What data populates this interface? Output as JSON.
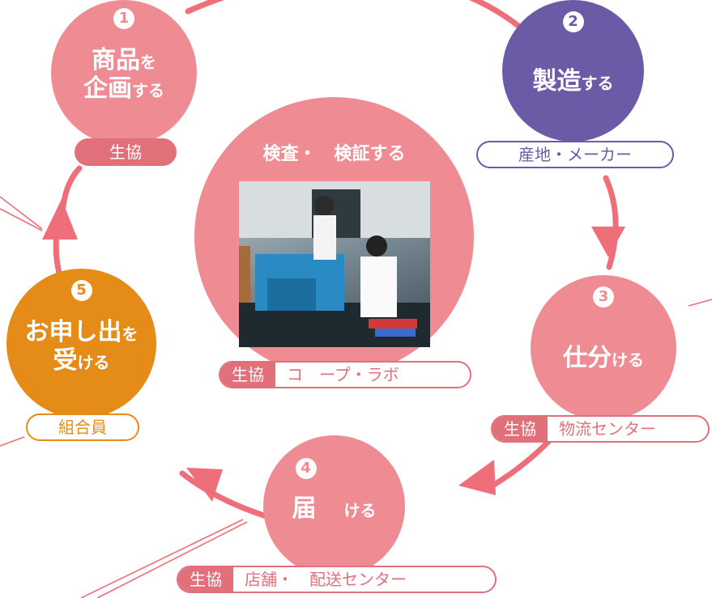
{
  "colors": {
    "pink": "#ee8b93",
    "pink_dark": "#e1707b",
    "purple": "#6b5aa6",
    "orange": "#e58b17",
    "pill_org_bg": "#e1707b"
  },
  "steps": [
    {
      "number": "1",
      "title_big": "商品",
      "title_small": "を",
      "title_big2": "企画",
      "title_small2": "する",
      "org": "生協"
    },
    {
      "number": "2",
      "title_big": "製造",
      "title_small": "する",
      "place": "産地・メーカー"
    },
    {
      "number": "3",
      "title_big": "仕分",
      "title_small": "ける",
      "org": "生協",
      "place": "物流センター"
    },
    {
      "number": "4",
      "title_big": "届",
      "title_small": "ける",
      "org": "生協",
      "place": "店舗・　配送センター"
    },
    {
      "number": "5",
      "title_big": "お申し出",
      "title_small": "を",
      "title_big2": "受",
      "title_small2": "ける",
      "place": "組合員"
    }
  ],
  "center": {
    "title": "検査・　検証する",
    "org": "生協",
    "place": "コ　ープ・ラボ",
    "photo_icon": "lab-photo"
  }
}
